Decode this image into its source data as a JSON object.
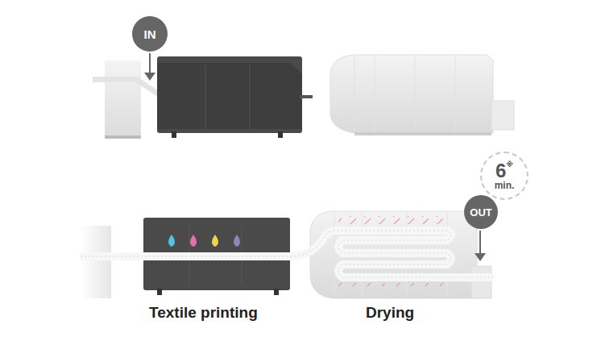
{
  "diagram": {
    "nodes": [
      {
        "text": [
          "IN"
        ]
      },
      {
        "text": [
          "6",
          "※",
          "min."
        ]
      },
      {
        "text": [
          "OUT"
        ]
      }
    ],
    "labels": [
      "Textile printing",
      "Drying"
    ]
  }
}
